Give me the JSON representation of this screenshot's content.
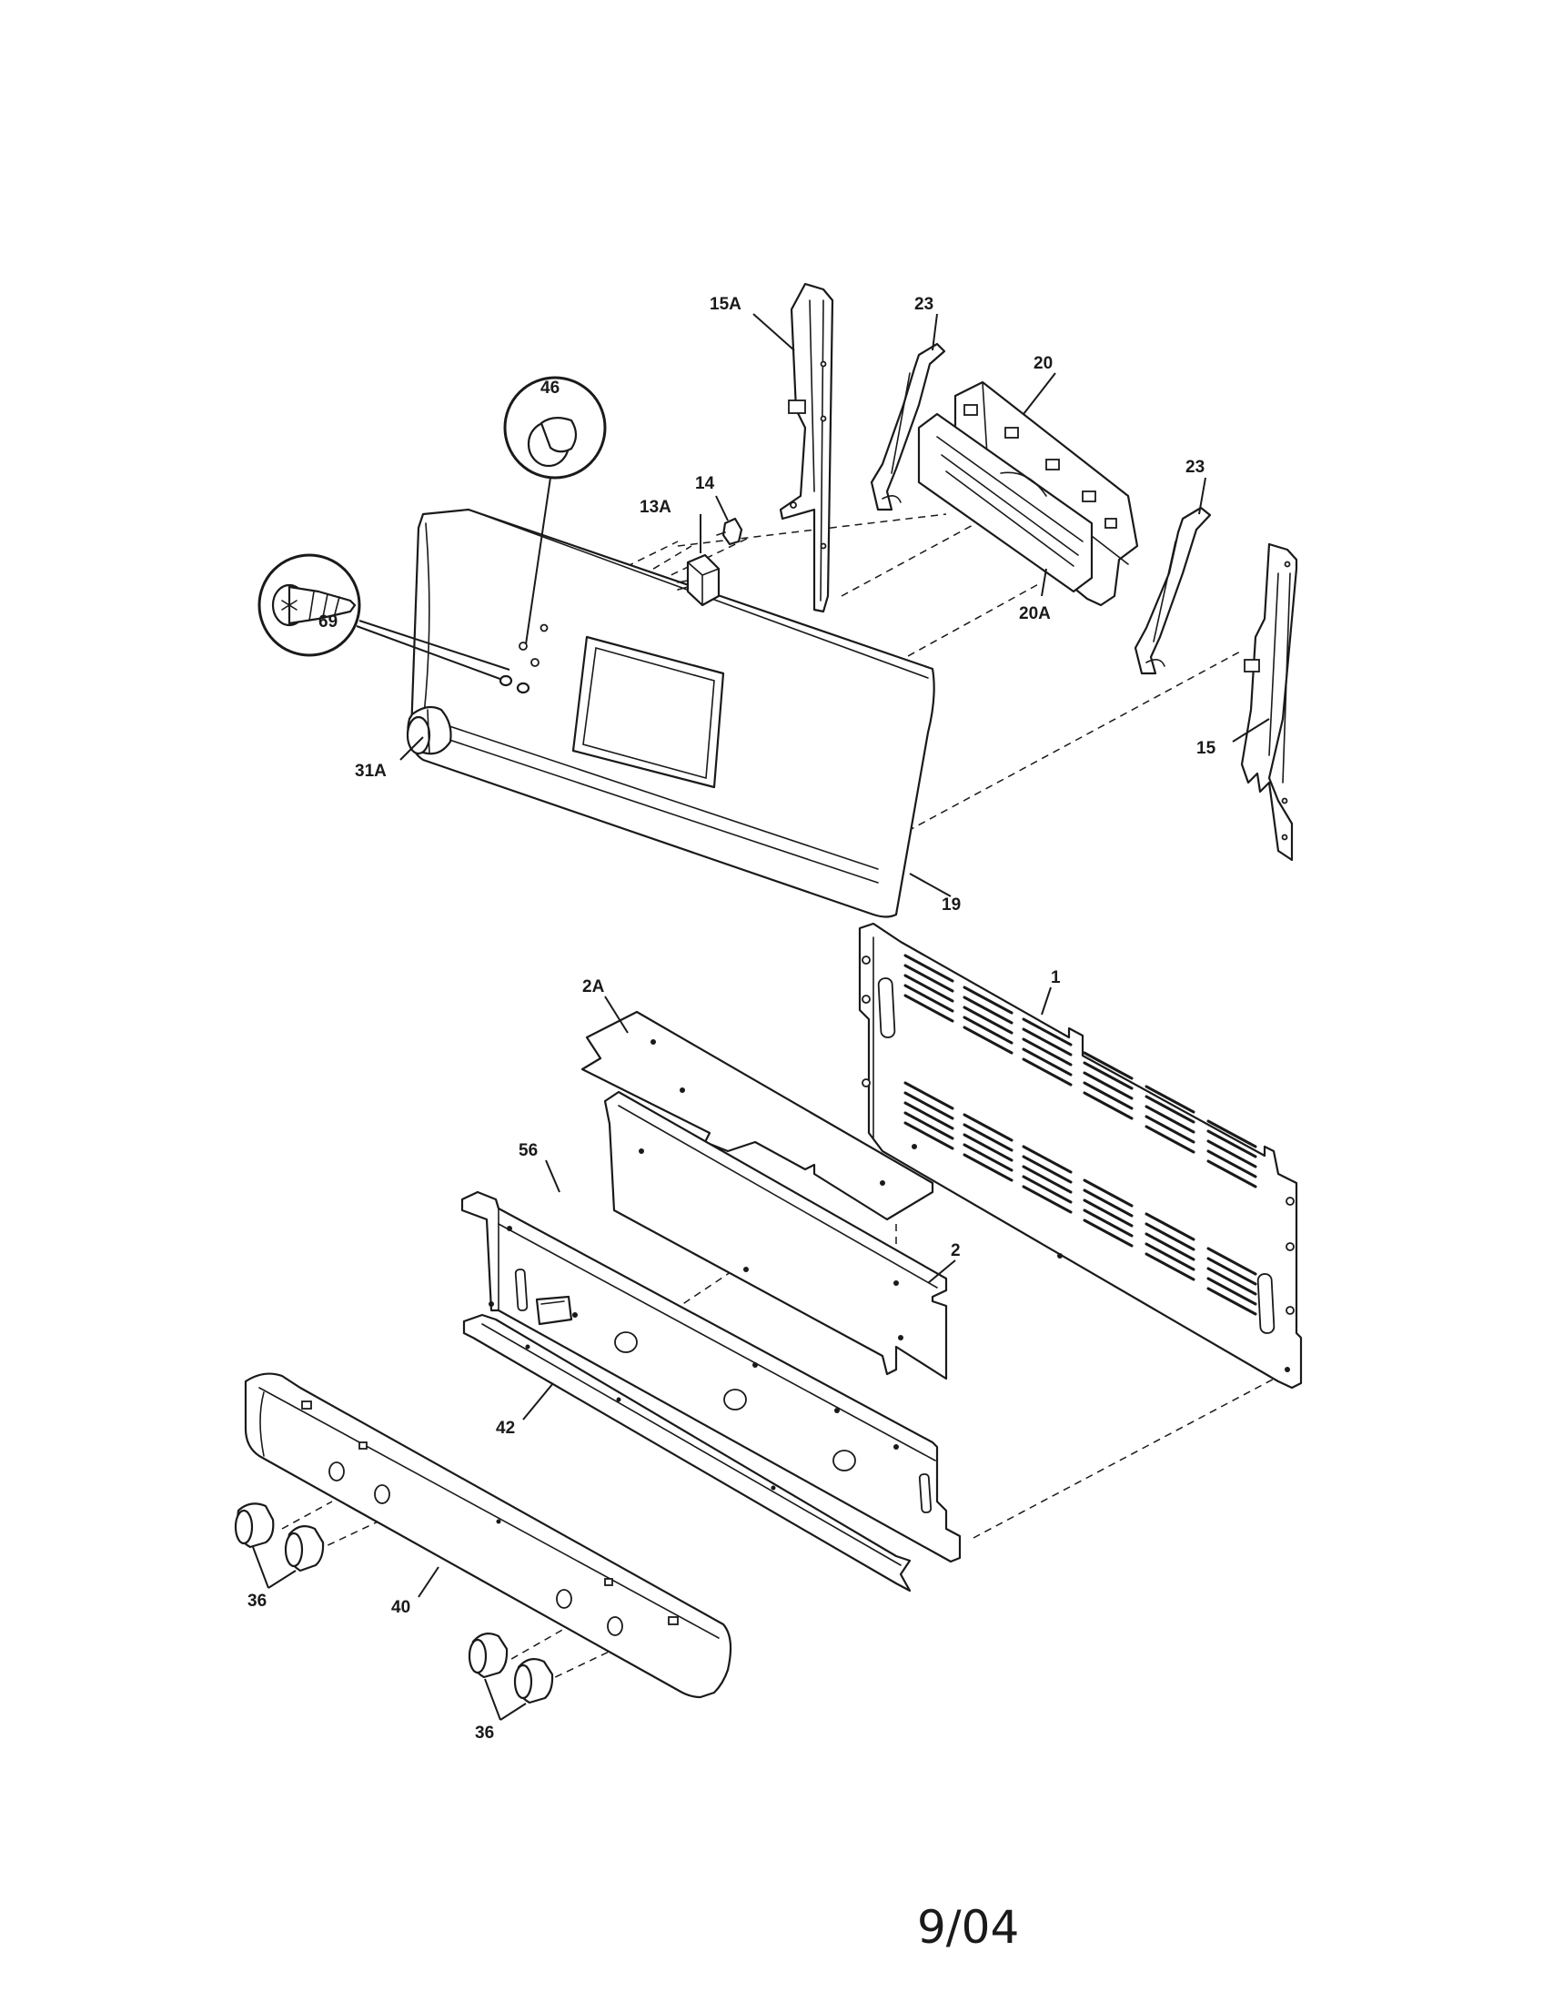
{
  "labels": {
    "p1": "1",
    "p2": "2",
    "p2a": "2A",
    "p13a": "13A",
    "p14": "14",
    "p15": "15",
    "p15a": "15A",
    "p19": "19",
    "p20": "20",
    "p20a": "20A",
    "p23_left": "23",
    "p23_right": "23",
    "p31a": "31A",
    "p36_left": "36",
    "p36_right": "36",
    "p40": "40",
    "p42": "42",
    "p46": "46",
    "p56": "56",
    "p69": "69"
  },
  "footer": {
    "date": "9/04"
  }
}
